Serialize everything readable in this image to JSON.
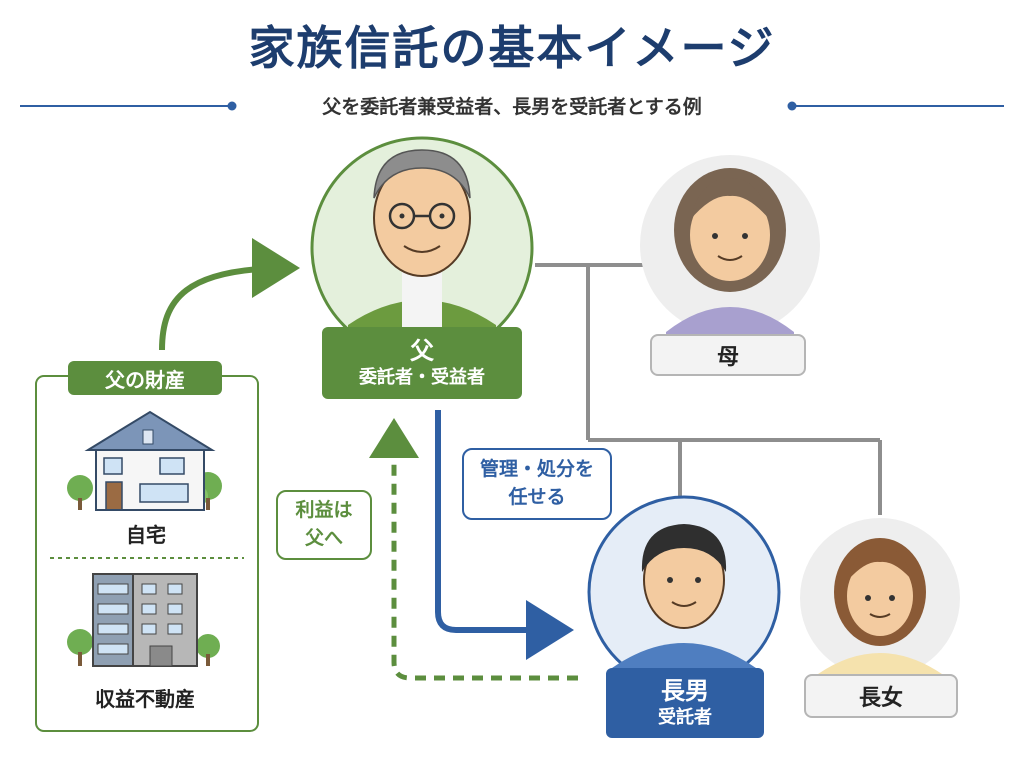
{
  "header": {
    "title": "家族信託の基本イメージ",
    "subtitle": "父を委託者兼受益者、長男を受託者とする例"
  },
  "people": {
    "father": {
      "name": "父",
      "role": "委託者・受益者"
    },
    "mother": {
      "name": "母"
    },
    "eldest_son": {
      "name": "長男",
      "role": "受託者"
    },
    "eldest_daughter": {
      "name": "長女"
    }
  },
  "property": {
    "heading": "父の財産",
    "items": [
      {
        "label": "自宅",
        "icon": "house-icon"
      },
      {
        "label": "収益不動産",
        "icon": "apartment-building-icon"
      }
    ]
  },
  "flows": {
    "manage": {
      "line1": "管理・処分を",
      "line2": "任せる"
    },
    "benefit": {
      "line1": "利益は",
      "line2": "父へ"
    }
  },
  "colors": {
    "title": "#1d3d6e",
    "green": "#5c8e3e",
    "blue": "#2f5fa3",
    "gray_line": "#8e8e8e"
  }
}
